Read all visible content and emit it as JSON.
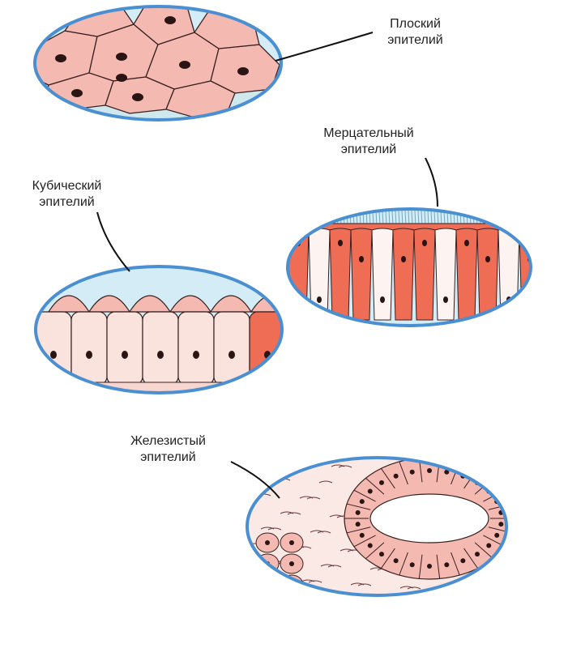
{
  "labels": {
    "squamous": {
      "line1": "Плоский",
      "line2": "эпителий"
    },
    "ciliated": {
      "line1": "Мерцательный",
      "line2": "эпителий"
    },
    "cuboidal": {
      "line1": "Кубический",
      "line2": "эпителий"
    },
    "glandular": {
      "line1": "Железистый",
      "line2": "эпителий"
    }
  },
  "colors": {
    "rim": "#4a8fd1",
    "rim_fill": "#d3ecf5",
    "cell_pink": "#f4b9b1",
    "cell_pale": "#fbe3dd",
    "cell_red": "#ef6c55",
    "outline": "#3a2020",
    "nucleus": "#2a1414"
  }
}
